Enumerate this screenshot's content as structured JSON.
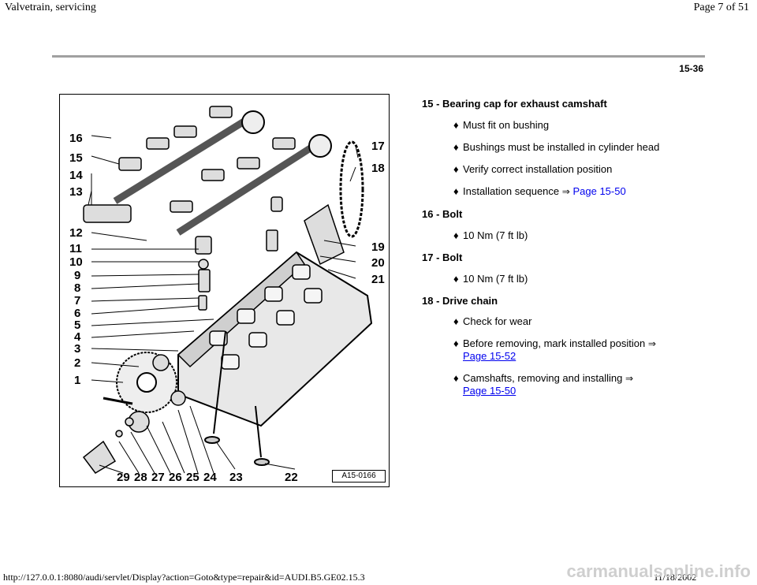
{
  "header": {
    "title": "Valvetrain, servicing",
    "page": "Page 7 of 51"
  },
  "section_number": "15-36",
  "figure": {
    "code": "A15-0166",
    "callouts": [
      "1",
      "2",
      "3",
      "4",
      "5",
      "6",
      "7",
      "8",
      "9",
      "10",
      "11",
      "12",
      "13",
      "14",
      "15",
      "16",
      "17",
      "18",
      "19",
      "20",
      "21",
      "22",
      "23",
      "24",
      "25",
      "26",
      "27",
      "28",
      "29"
    ]
  },
  "items": [
    {
      "head": "15 - Bearing cap for exhaust camshaft",
      "bullets": [
        {
          "text": "Must fit on bushing"
        },
        {
          "text": "Bushings must be installed in cylinder head"
        },
        {
          "text": "Verify correct installation position"
        },
        {
          "text": "Installation sequence",
          "arrow": "⇒",
          "link": "Page 15-50"
        }
      ]
    },
    {
      "head": "16 - Bolt",
      "bullets": [
        {
          "text": "10 Nm (7 ft lb)"
        }
      ]
    },
    {
      "head": "17 - Bolt",
      "bullets": [
        {
          "text": "10 Nm (7 ft lb)"
        }
      ]
    },
    {
      "head": "18 - Drive chain",
      "bullets": [
        {
          "text": "Check for wear"
        },
        {
          "text": "Before removing, mark installed position",
          "arrow": "⇒",
          "link": "Page 15-52"
        },
        {
          "text": "Camshafts, removing and installing",
          "arrow": "⇒",
          "link": "Page 15-50"
        }
      ]
    }
  ],
  "footer": {
    "url": "http://127.0.0.1:8080/audi/servlet/Display?action=Goto&type=repair&id=AUDI.B5.GE02.15.3",
    "date": "11/18/2002",
    "watermark": "carmanualsonline.info"
  }
}
